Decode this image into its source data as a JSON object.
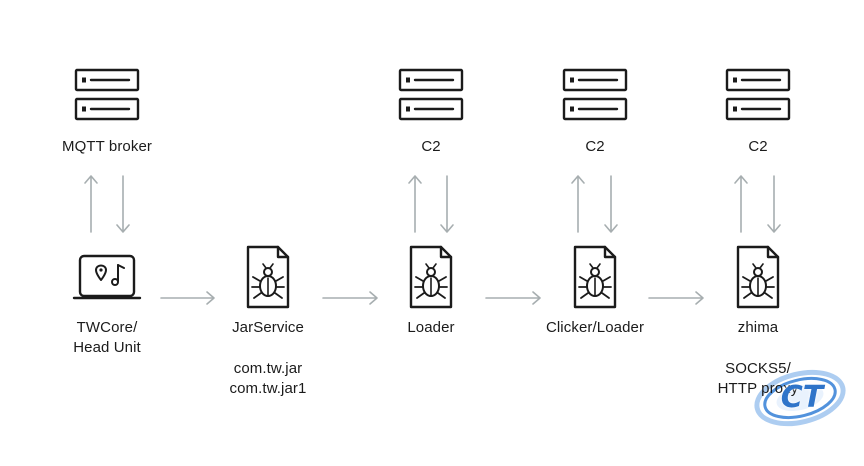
{
  "nodes": {
    "mqtt_broker": {
      "label": "MQTT broker",
      "icon": "server-icon"
    },
    "c2_loader": {
      "label": "C2",
      "icon": "server-icon"
    },
    "c2_clicker": {
      "label": "C2",
      "icon": "server-icon"
    },
    "c2_zhima": {
      "label": "C2",
      "icon": "server-icon"
    },
    "twcore": {
      "label_lines": [
        "TWCore/",
        "Head Unit"
      ],
      "icon": "head-unit-icon"
    },
    "jarservice": {
      "label": "JarService",
      "sublabel_lines": [
        "com.tw.jar",
        "com.tw.jar1"
      ],
      "icon": "malware-file-icon"
    },
    "loader": {
      "label": "Loader",
      "icon": "malware-file-icon"
    },
    "clicker_loader": {
      "label": "Clicker/Loader",
      "icon": "malware-file-icon"
    },
    "zhima": {
      "label": "zhima",
      "sublabel_lines": [
        "SOCKS5/",
        "HTTP proxy"
      ],
      "icon": "malware-file-icon"
    }
  },
  "watermark": {
    "text": "CT",
    "icon": "watermark-logo"
  },
  "colors": {
    "icon": "#1b1b1b",
    "arrow": "#a7aeb0"
  }
}
